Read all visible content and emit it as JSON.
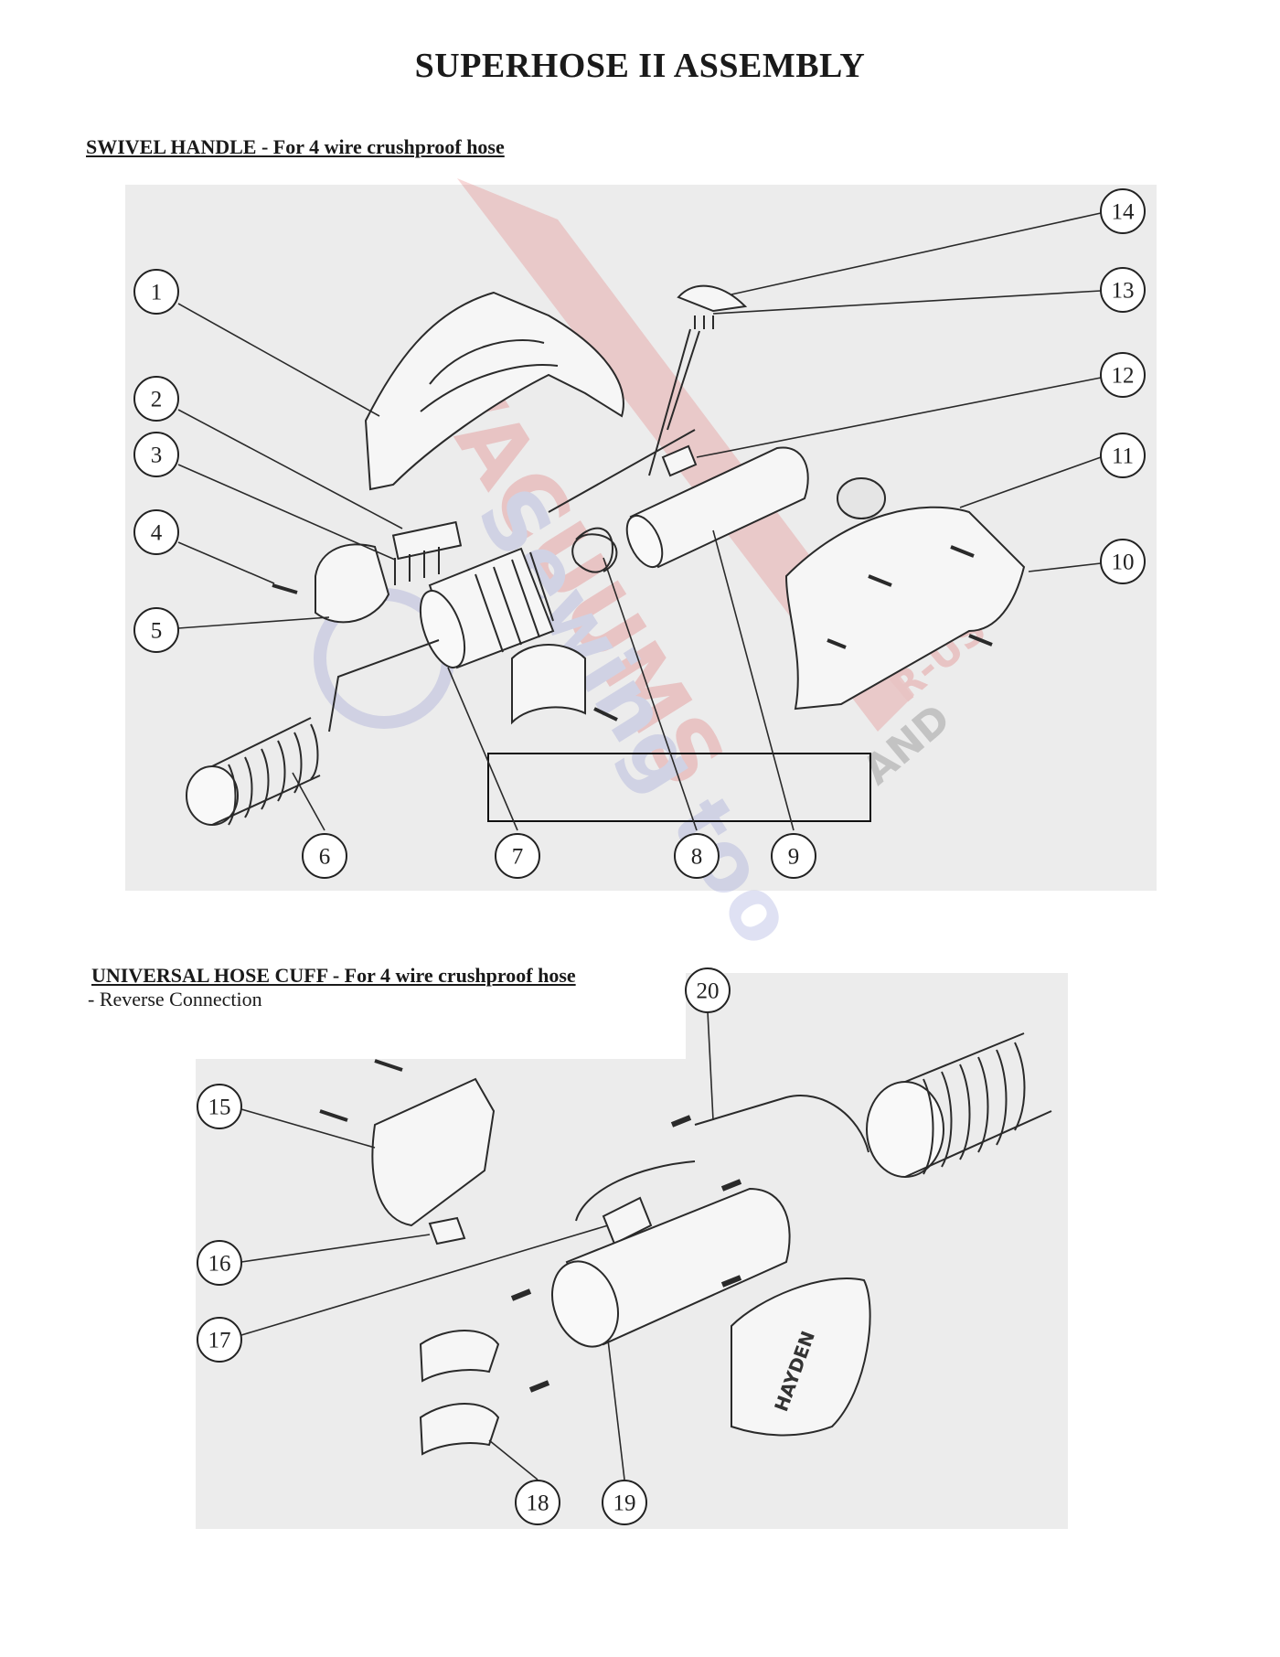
{
  "title": "SUPERHOSE II ASSEMBLY",
  "section1": {
    "heading": "SWIVEL HANDLE - For 4 wire crushproof hose",
    "callouts": [
      "1",
      "2",
      "3",
      "4",
      "5",
      "6",
      "7",
      "8",
      "9",
      "10",
      "11",
      "12",
      "13",
      "14"
    ]
  },
  "section2": {
    "heading": "UNIVERSAL HOSE CUFF - For 4 wire crushproof hose",
    "subheading": "- Reverse Connection",
    "callouts": [
      "15",
      "16",
      "17",
      "18",
      "19",
      "20"
    ],
    "cuff_brand": "HAYDEN"
  },
  "watermark": {
    "line1": "VACUUMS",
    "line2": "Sewing too",
    "tag1": "R-US",
    "tag2": "AND"
  }
}
